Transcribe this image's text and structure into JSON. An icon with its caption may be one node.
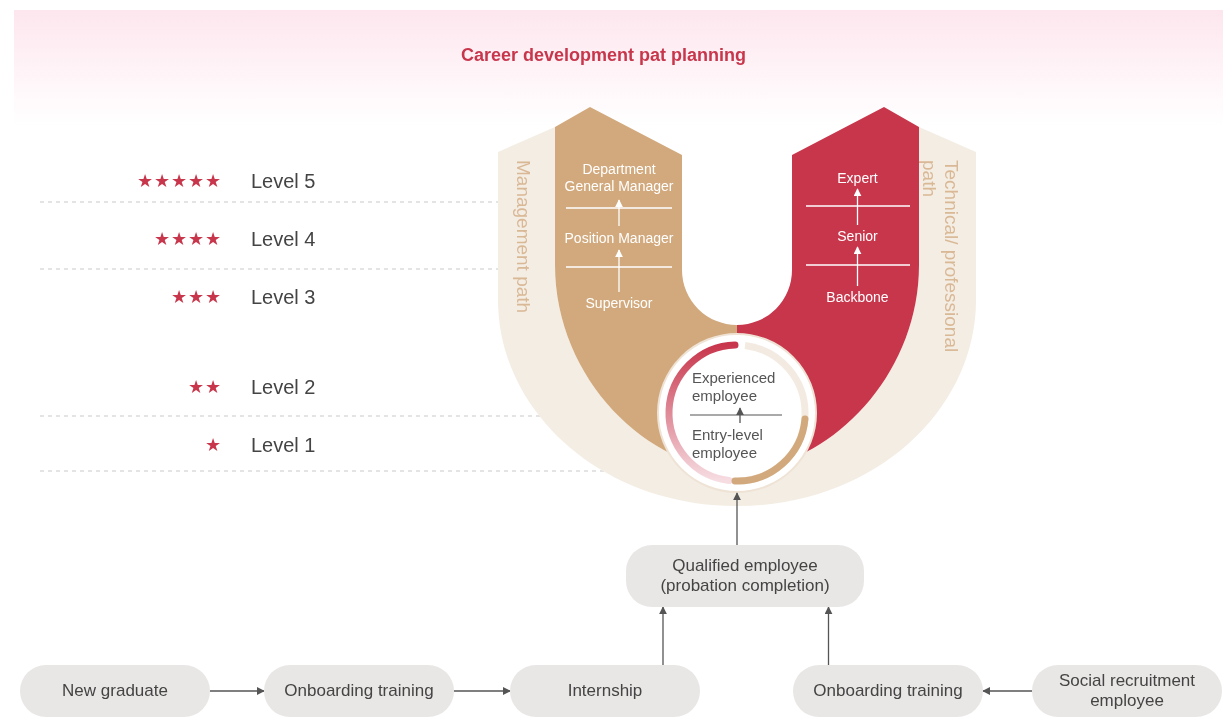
{
  "diagram": {
    "title": "Career development pat planning",
    "nodes": [
      {
        "text": [
          "New graduate"
        ]
      },
      {
        "text": [
          "Onboarding training"
        ]
      },
      {
        "text": [
          "Internship"
        ]
      },
      {
        "text": [
          "Onboarding training"
        ]
      },
      {
        "text": [
          "Social recruitment employee"
        ]
      },
      {
        "text": [
          "Qualified employee (probation completion)"
        ]
      },
      {
        "text": [
          "Management path"
        ]
      },
      {
        "text": [
          "Department General Manager"
        ],
        "in": 6
      },
      {
        "text": [
          "Position Manager"
        ],
        "in": 6
      },
      {
        "text": [
          "Supervisor"
        ],
        "in": 6
      },
      {
        "text": [
          "Technical/ professional path"
        ]
      },
      {
        "text": [
          "Expert"
        ],
        "in": 10
      },
      {
        "text": [
          "Senior"
        ],
        "in": 10
      },
      {
        "text": [
          "Backbone"
        ],
        "in": 10
      },
      {
        "text": [],
        "shape": "circle"
      },
      {
        "text": [
          "Experienced employee"
        ],
        "in": 14
      },
      {
        "text": [
          "Entry-level employee"
        ],
        "in": 14
      }
    ],
    "edges": [
      {
        "from": 0,
        "to": 1,
        "arrow": "to"
      },
      {
        "from": 1,
        "to": 2,
        "arrow": "to"
      },
      {
        "from": 4,
        "to": 3,
        "arrow": "to"
      },
      {
        "from": 2,
        "to": 5,
        "arrow": "to"
      },
      {
        "from": 3,
        "to": 5,
        "arrow": "to"
      },
      {
        "from": 5,
        "to": 14,
        "arrow": "to"
      },
      {
        "from": 16,
        "to": 15,
        "arrow": "to"
      },
      {
        "from": 9,
        "to": 8,
        "arrow": "to",
        "color": "#ffffff"
      },
      {
        "from": 8,
        "to": 7,
        "arrow": "to",
        "color": "#ffffff"
      },
      {
        "from": 13,
        "to": 12,
        "arrow": "to",
        "color": "#ffffff"
      },
      {
        "from": 12,
        "to": 11,
        "arrow": "to",
        "color": "#ffffff"
      }
    ],
    "labels": [
      "★★★★★",
      "Level 5",
      "★★★★",
      "Level 4",
      "★★★",
      "Level 3",
      "★★",
      "Level 2",
      "★",
      "Level 1"
    ]
  }
}
